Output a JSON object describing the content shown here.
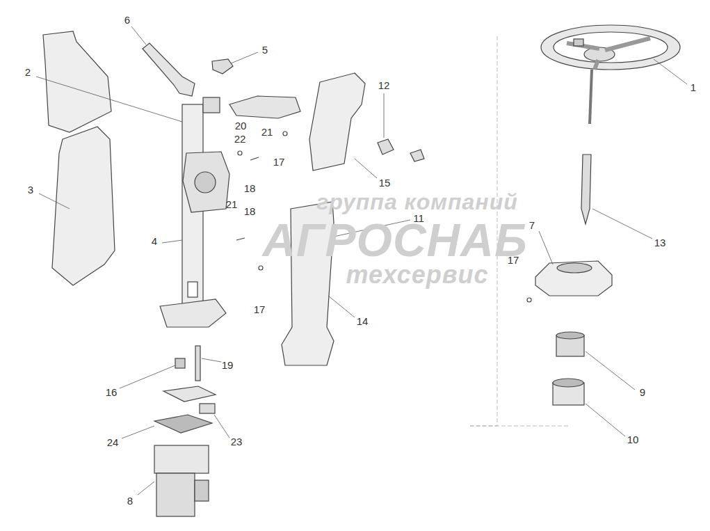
{
  "diagram": {
    "labels": [
      "6",
      "5",
      "1",
      "2",
      "12",
      "20",
      "21",
      "22",
      "17",
      "3",
      "15",
      "18",
      "21",
      "18",
      "11",
      "4",
      "7",
      "17",
      "13",
      "17",
      "14",
      "группа компаний",
      "АГРОСНАБ",
      "техсервис",
      "19",
      "16",
      "9",
      "24",
      "23",
      "10",
      "8"
    ]
  }
}
